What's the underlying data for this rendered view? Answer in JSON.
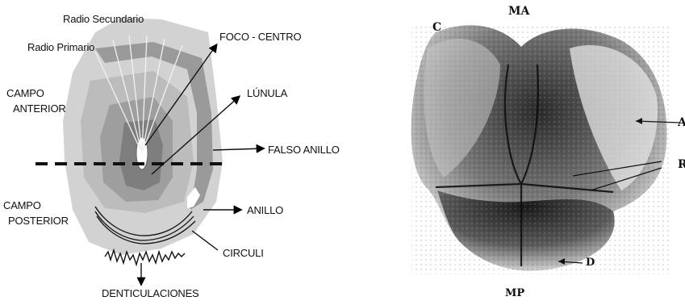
{
  "left_diagram": {
    "labels": {
      "radio_secundario": "Radio Secundario",
      "radio_primario": "Radio Primario",
      "foco_centro": "FOCO - CENTRO",
      "campo_anterior_1": "CAMPO",
      "campo_anterior_2": "ANTERIOR",
      "lunula": "LÚNULA",
      "falso_anillo": "FALSO ANILLO",
      "campo_posterior_1": "CAMPO",
      "campo_posterior_2": "POSTERIOR",
      "anillo": "ANILLO",
      "circuli": "CIRCULI",
      "denticulaciones": "DENTICULACIONES"
    }
  },
  "right_photo": {
    "labels": {
      "ma": "MA",
      "c": "C",
      "a": "A",
      "r": "R",
      "d": "D",
      "mp": "MP"
    }
  }
}
